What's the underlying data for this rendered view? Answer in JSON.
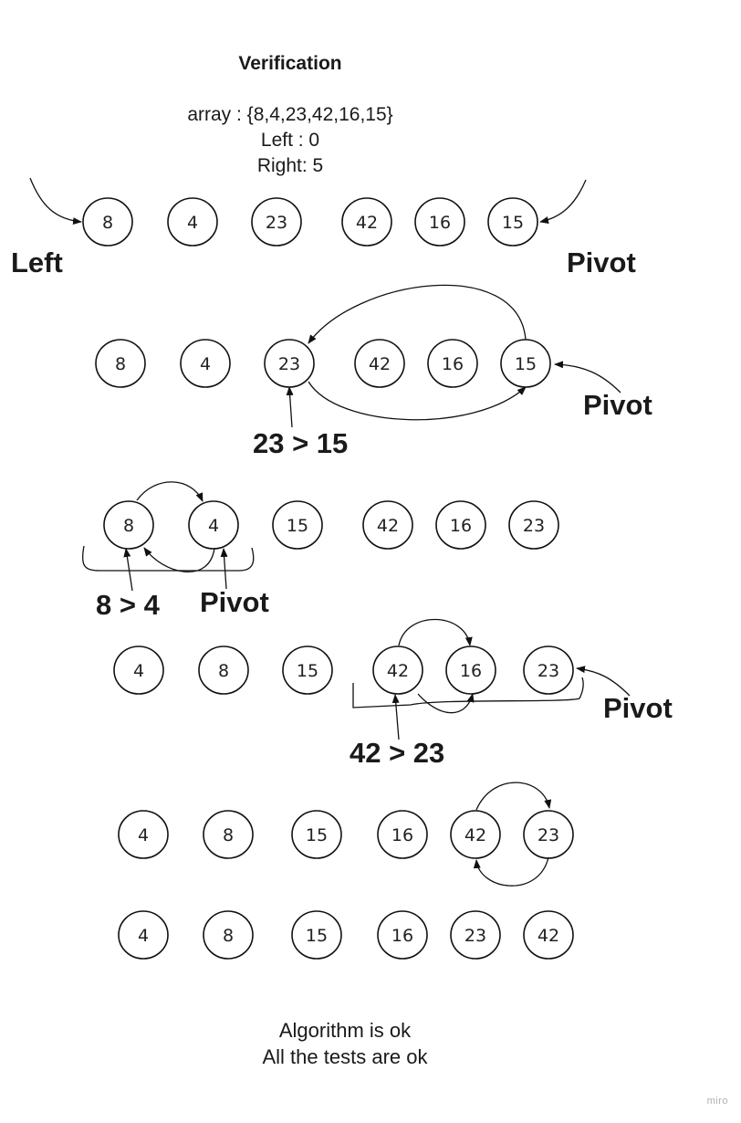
{
  "header": {
    "title": "Verification",
    "array_line": "array : {8,4,23,42,16,15}",
    "left_line": "Left : 0",
    "right_line": "Right: 5"
  },
  "rows": [
    [
      "8",
      "4",
      "23",
      "42",
      "16",
      "15"
    ],
    [
      "8",
      "4",
      "23",
      "42",
      "16",
      "15"
    ],
    [
      "8",
      "4",
      "15",
      "42",
      "16",
      "23"
    ],
    [
      "4",
      "8",
      "15",
      "42",
      "16",
      "23"
    ],
    [
      "4",
      "8",
      "15",
      "16",
      "42",
      "23"
    ],
    [
      "4",
      "8",
      "15",
      "16",
      "23",
      "42"
    ]
  ],
  "labels": {
    "left": "Left",
    "pivot_1": "Pivot",
    "pivot_2": "Pivot",
    "compare_1": "23 > 15",
    "compare_2": "8 > 4",
    "pivot_3": "Pivot",
    "pivot_4": "Pivot",
    "compare_3": "42 > 23"
  },
  "footer": {
    "line1": "Algorithm is ok",
    "line2": "All the tests are ok"
  },
  "watermark": "miro",
  "colors": {
    "stroke": "#111111",
    "text": "#1a1a1a"
  }
}
